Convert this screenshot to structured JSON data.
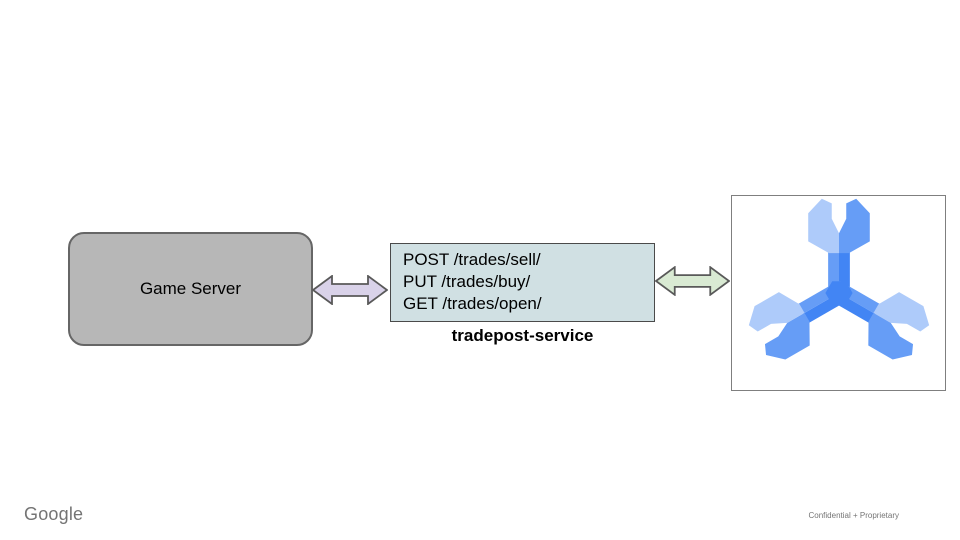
{
  "colors": {
    "game_server_fill": "#b7b7b7",
    "service_fill": "#d0e0e3",
    "arrow_left_fill": "#d9d2e9",
    "arrow_right_fill": "#d9ead3",
    "icon_light": "#aecbfa",
    "icon_medium": "#669df6",
    "icon_dark": "#4285f4"
  },
  "diagram": {
    "game_server": {
      "label": "Game Server"
    },
    "service": {
      "endpoints": [
        "POST /trades/sell/",
        "PUT /trades/buy/",
        "GET /trades/open/"
      ],
      "name": "tradepost-service"
    },
    "arrows": {
      "left": "bidirectional",
      "right": "bidirectional"
    },
    "spanner_icon": "cloud-spanner"
  },
  "footer": {
    "brand": "Google",
    "note": "Confidential + Proprietary"
  }
}
